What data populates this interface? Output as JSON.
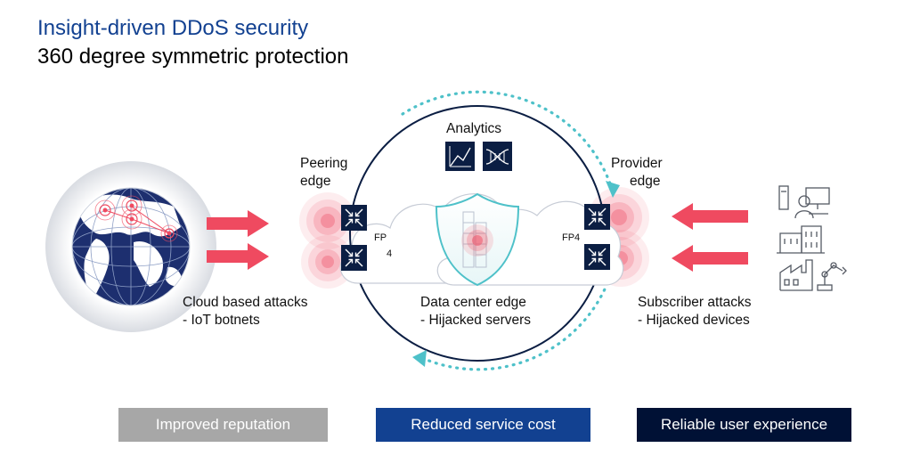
{
  "header": {
    "title": "Insight-driven DDoS security",
    "subtitle": "360 degree symmetric protection"
  },
  "labels": {
    "analytics": "Analytics",
    "peering_edge": [
      "Peering",
      "edge"
    ],
    "provider_edge": [
      "Provider",
      "edge"
    ],
    "fp_left": "FP",
    "fp_left_num": "4",
    "fp_right": "FP4",
    "cloud_attacks": [
      "Cloud based attacks",
      "- IoT botnets"
    ],
    "datacenter": [
      "Data center edge",
      "- Hijacked servers"
    ],
    "subscriber": [
      "Subscriber attacks",
      "- Hijacked devices"
    ]
  },
  "buttons": [
    {
      "label": "Improved reputation",
      "color": "#a7a7a7"
    },
    {
      "label": "Reduced service cost",
      "color": "#124191"
    },
    {
      "label": "Reliable user experience",
      "color": "#001135"
    }
  ],
  "colors": {
    "brand_blue": "#124191",
    "attack_red": "#ef4a60",
    "cycle_teal": "#4ec1c9",
    "router_navy": "#0b1e43"
  },
  "icons": [
    "globe-icon",
    "router-icon",
    "analytics-chart-icon",
    "dna-icon",
    "shield-icon",
    "computer-user-icon",
    "building-icon",
    "factory-icon",
    "robot-arm-icon"
  ]
}
